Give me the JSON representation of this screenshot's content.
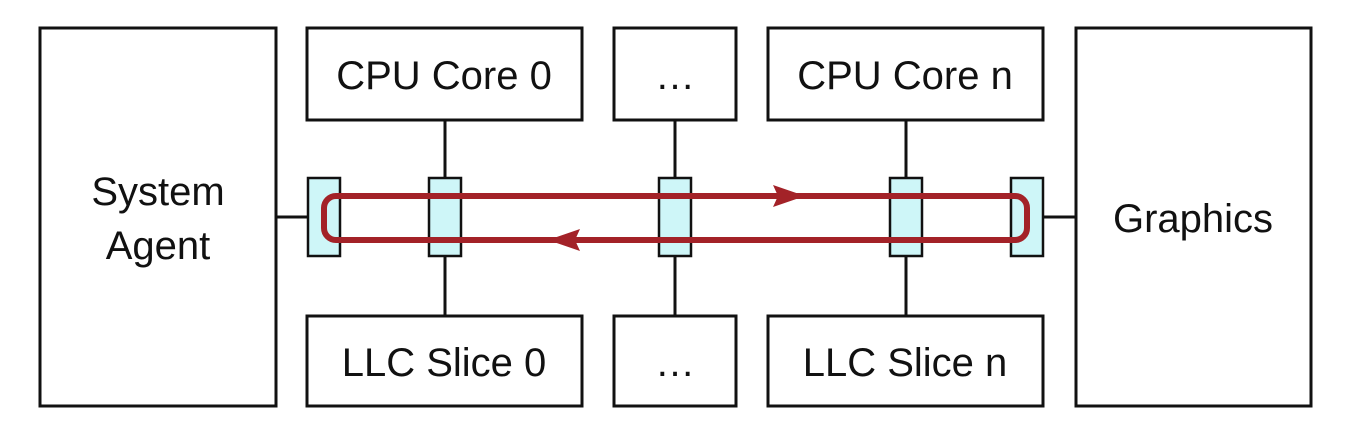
{
  "blocks": {
    "system_agent": {
      "line1": "System",
      "line2": "Agent"
    },
    "cpu_core_0": "CPU Core 0",
    "cpu_ellipsis": "…",
    "cpu_core_n": "CPU Core n",
    "llc_slice_0": "LLC Slice 0",
    "llc_ellipsis": "…",
    "llc_slice_n": "LLC Slice n",
    "graphics": "Graphics"
  },
  "colors": {
    "ring_stop_fill": "#cef6f8",
    "ring_color": "#a32228",
    "stroke": "#111111"
  }
}
